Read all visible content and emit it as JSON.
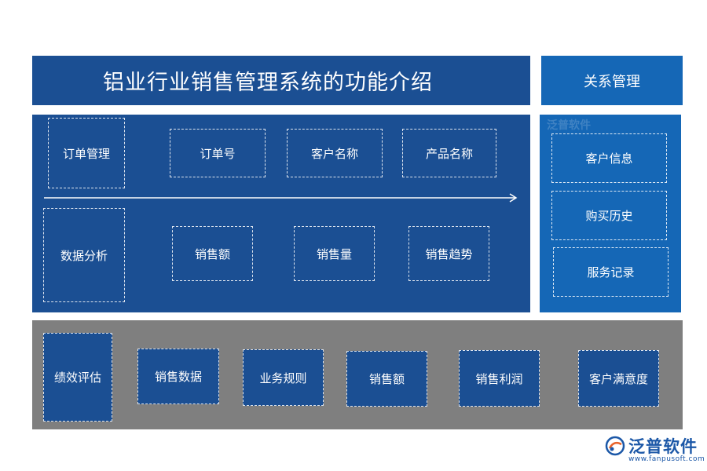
{
  "header": {
    "title": "铝业行业销售管理系统的功能介绍",
    "side_title": "关系管理"
  },
  "main": {
    "order": {
      "label": "订单管理",
      "items": [
        "订单号",
        "客户名称",
        "产品名称"
      ]
    },
    "analysis": {
      "label": "数据分析",
      "items": [
        "销售额",
        "销售量",
        "销售趋势"
      ]
    }
  },
  "relation": {
    "items": [
      "客户信息",
      "购买历史",
      "服务记录"
    ]
  },
  "performance": {
    "label": "绩效评估",
    "items": [
      "销售数据",
      "业务规则",
      "销售额",
      "销售利润",
      "客户满意度"
    ]
  },
  "watermark": {
    "text": "泛普软件"
  },
  "brand": {
    "name": "泛普软件",
    "url": "www.fanpusoft.com",
    "color": "#1b57a7"
  },
  "colors": {
    "primary": "#1b4f93",
    "relation": "#1567b6",
    "bottom": "#7f7f7f"
  }
}
